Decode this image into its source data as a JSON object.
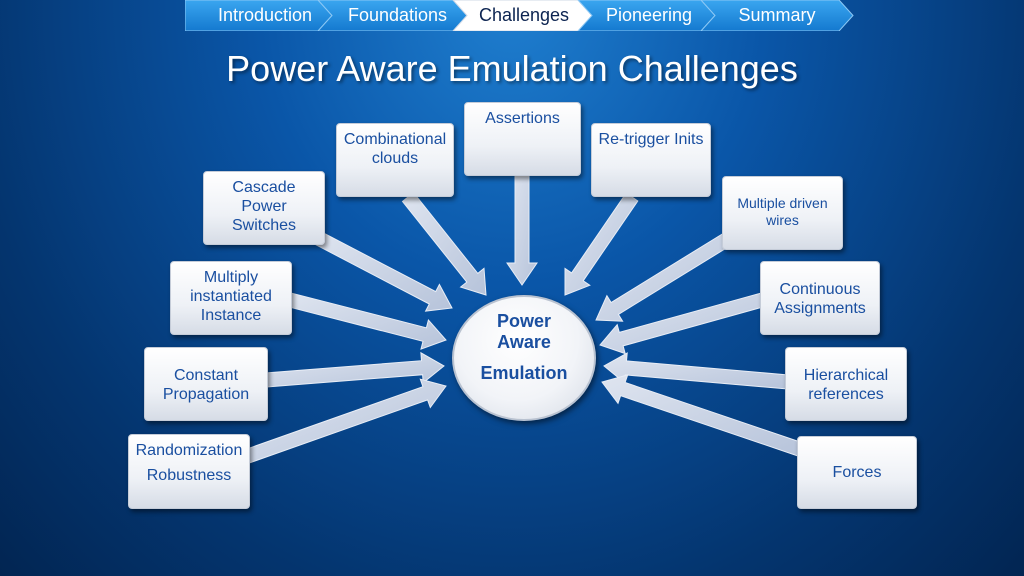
{
  "nav": {
    "tabs": [
      {
        "label": "Introduction",
        "active": false
      },
      {
        "label": "Foundations",
        "active": false
      },
      {
        "label": "Challenges",
        "active": true
      },
      {
        "label": "Pioneering",
        "active": false
      },
      {
        "label": "Summary",
        "active": false
      }
    ]
  },
  "title": "Power Aware Emulation Challenges",
  "hub": {
    "line1": "Power Aware",
    "line2": "Emulation"
  },
  "challenges": {
    "combinational_clouds": "Combinational clouds",
    "assertions": "Assertions",
    "retrigger_inits": "Re-trigger Inits",
    "cascade_power_switches": "Cascade Power Switches",
    "multiple_driven_wires": "Multiple driven wires",
    "multiply_instantiated_instance": "Multiply instantiated Instance",
    "continuous_assignments": "Continuous Assignments",
    "constant_propagation": "Constant Propagation",
    "hierarchical_references": "Hierarchical references",
    "randomization": "Randomization",
    "robustness": "Robustness",
    "forces": "Forces"
  },
  "colors": {
    "node_text": "#1a4fa0",
    "nav_tab": "#1e8fe0",
    "nav_active": "#ffffff",
    "arrow_fill": "#c9d3e6"
  }
}
